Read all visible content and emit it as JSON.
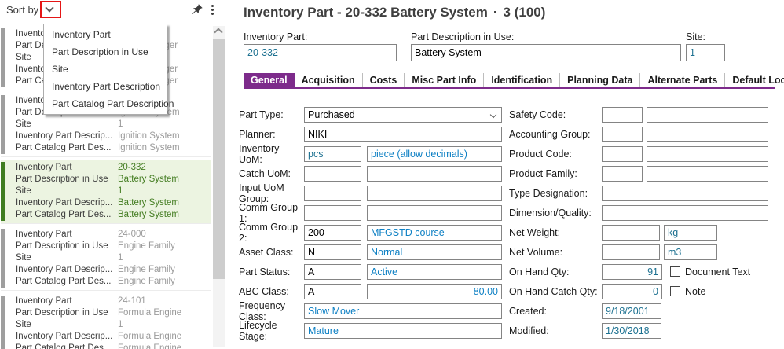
{
  "colors": {
    "accent_purple": "#7d2b8b",
    "selected_bg": "#ecf4e1",
    "selected_bar": "#3f7d20",
    "selected_text": "#447d22",
    "value_teal": "#1d7191",
    "link_blue": "#0e80c4",
    "annotation_red": "#e41616"
  },
  "icons": {
    "sort_dropdown": "chevron-down",
    "pin": "pushpin",
    "more": "kebab-vertical",
    "scroll_up": "chevron-up",
    "part_type_combo": "chevron-down"
  },
  "sidebar": {
    "sort_by_label": "Sort by",
    "sort_menu_items": [
      "Inventory Part",
      "Part Description in Use",
      "Site",
      "Inventory Part Description",
      "Part Catalog Part Description"
    ],
    "row_labels": [
      "Inventory Part",
      "Part Description in Use",
      "Site",
      "Inventory Part Descrip...",
      "Part Catalog Part Des..."
    ],
    "cards": [
      {
        "values": [
          "",
          "Ignition Trigger",
          "",
          "Ignition Trigger",
          "Ignition Trigger"
        ],
        "selected": false
      },
      {
        "values": [
          "",
          "Ignition System",
          "1",
          "Ignition System",
          "Ignition System"
        ],
        "selected": false
      },
      {
        "values": [
          "20-332",
          "Battery System",
          "1",
          "Battery System",
          "Battery System"
        ],
        "selected": true
      },
      {
        "values": [
          "24-000",
          "Engine Family",
          "1",
          "Engine Family",
          "Engine Family"
        ],
        "selected": false
      },
      {
        "values": [
          "24-101",
          "Formula Engine",
          "1",
          "Formula Engine",
          "Formula Engine"
        ],
        "selected": false
      }
    ]
  },
  "main": {
    "title": "Inventory Part - 20-332 Battery System",
    "title_separator": "·",
    "title_count": "3 (100)",
    "header_fields": {
      "inventory_part": {
        "label": "Inventory Part:",
        "value": "20-332"
      },
      "part_description": {
        "label": "Part Description in Use:",
        "value": "Battery System"
      },
      "site": {
        "label": "Site:",
        "value": "1"
      }
    },
    "tabs": [
      "General",
      "Acquisition",
      "Costs",
      "Misc Part Info",
      "Identification",
      "Planning Data",
      "Alternate Parts",
      "Default Locations"
    ],
    "active_tab": "General",
    "form": {
      "left": [
        {
          "label": "Part Type:",
          "value": "Purchased"
        },
        {
          "label": "Planner:",
          "value": "NIKI"
        },
        {
          "label": "Inventory UoM:",
          "code": "pcs",
          "desc": "piece (allow decimals)"
        },
        {
          "label": "Catch UoM:",
          "code": "",
          "desc": ""
        },
        {
          "label": "Input UoM Group:",
          "code": "",
          "desc": ""
        },
        {
          "label": "Comm Group 1:",
          "code": "",
          "desc": ""
        },
        {
          "label": "Comm Group 2:",
          "code": "200",
          "desc": "MFGSTD course"
        },
        {
          "label": "Asset Class:",
          "code": "N",
          "desc": "Normal"
        },
        {
          "label": "Part Status:",
          "code": "A",
          "desc": "Active"
        },
        {
          "label": "ABC Class:",
          "code": "A",
          "desc": "80.00"
        },
        {
          "label": "Frequency Class:",
          "value": "Slow Mover"
        },
        {
          "label": "Lifecycle Stage:",
          "value": "Mature"
        }
      ],
      "right": [
        {
          "label": "Safety Code:",
          "code": "",
          "desc": ""
        },
        {
          "label": "Accounting Group:",
          "code": "",
          "desc": ""
        },
        {
          "label": "Product Code:",
          "code": "",
          "desc": ""
        },
        {
          "label": "Product Family:",
          "code": "",
          "desc": ""
        },
        {
          "label": "Type Designation:",
          "value": ""
        },
        {
          "label": "Dimension/Quality:",
          "value": ""
        },
        {
          "label": "Net Weight:",
          "value": "",
          "unit": "kg"
        },
        {
          "label": "Net Volume:",
          "value": "",
          "unit": "m3"
        },
        {
          "label": "On Hand Qty:",
          "value": "91",
          "checkbox": "Document Text"
        },
        {
          "label": "On Hand Catch Qty:",
          "value": "0",
          "checkbox": "Note"
        },
        {
          "label": "Created:",
          "value": "9/18/2001"
        },
        {
          "label": "Modified:",
          "value": "1/30/2018"
        }
      ]
    }
  }
}
